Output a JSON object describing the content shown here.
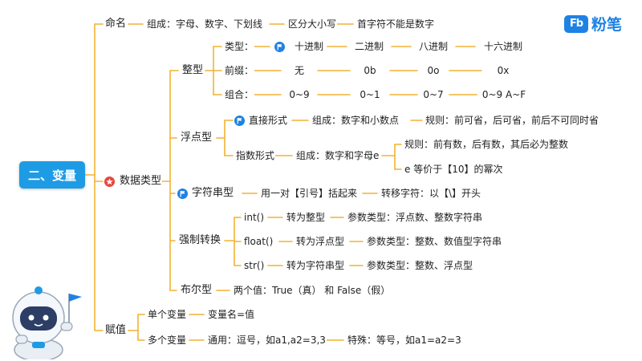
{
  "brand": {
    "mark": "Fb",
    "name": "粉笔"
  },
  "root": "二、变量",
  "naming": {
    "label": "命名",
    "compose": "组成：字母、数字、下划线",
    "case": "区分大小写",
    "first": "首字符不能是数字"
  },
  "types": {
    "label": "数据类型",
    "int": {
      "label": "整型",
      "kind_label": "类型：",
      "kinds": [
        "十进制",
        "二进制",
        "八进制",
        "十六进制"
      ],
      "prefix_label": "前缀：",
      "prefixes": [
        "无",
        "0b",
        "0o",
        "0x"
      ],
      "combo_label": "组合：",
      "combos": [
        "0~9",
        "0~1",
        "0~7",
        "0~9 A~F"
      ]
    },
    "float": {
      "label": "浮点型",
      "direct": "直接形式",
      "direct_compose": "组成：数字和小数点",
      "direct_rule": "规则：前可省，后可省，前后不可同时省",
      "exp": "指数形式",
      "exp_compose": "组成：数字和字母e",
      "exp_rule": "规则：前有数，后有数，其后必为整数",
      "exp_power": "e 等价于【10】的幂次"
    },
    "string": {
      "label": "字符串型",
      "quote": "用一对【引号】括起来",
      "escape": "转移字符：以【\\】开头"
    },
    "cast": {
      "label": "强制转换",
      "items": [
        {
          "fn": "int()",
          "to": "转为整型",
          "params": "参数类型：浮点数、整数字符串"
        },
        {
          "fn": "float()",
          "to": "转为浮点型",
          "params": "参数类型：整数、数值型字符串"
        },
        {
          "fn": "str()",
          "to": "转为字符串型",
          "params": "参数类型：整数、浮点型"
        }
      ]
    },
    "bool": {
      "label": "布尔型",
      "values": "两个值：True（真） 和 False（假）"
    }
  },
  "assign": {
    "label": "赋值",
    "single": "单个变量",
    "single_form": "变量名=值",
    "multi": "多个变量",
    "general": "通用：逗号，如a1,a2=3,3",
    "special": "特殊：等号，如a1=a2=3"
  },
  "colors": {
    "line": "#f2b233",
    "root": "#1e9be5",
    "flag": "#1e82e5",
    "star": "#e8473d"
  }
}
